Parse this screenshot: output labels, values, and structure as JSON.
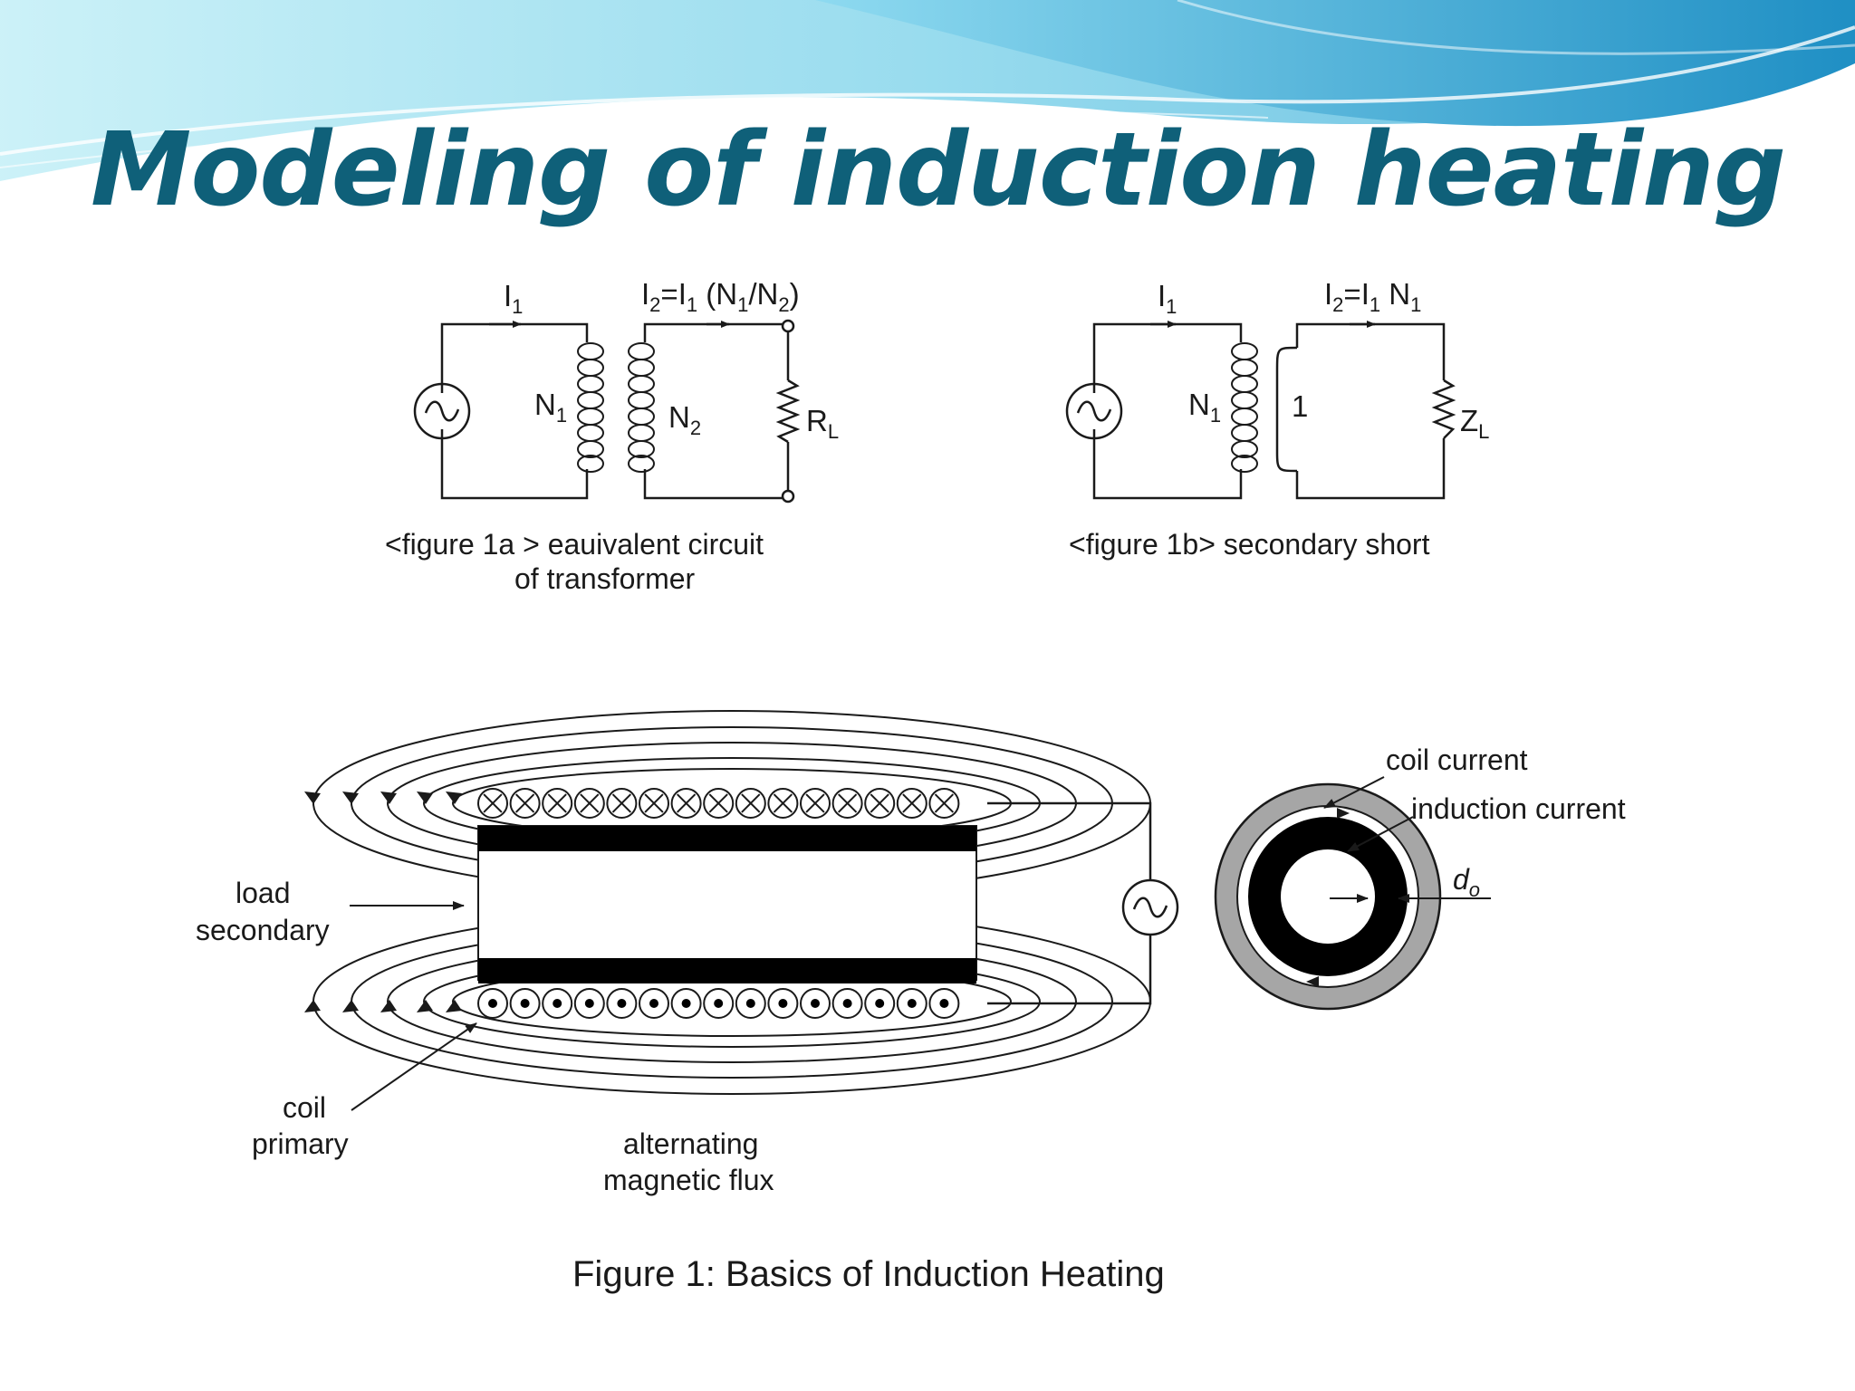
{
  "slide": {
    "title": "Modeling of induction heating"
  },
  "fig1a": {
    "i1": "I",
    "i1_sub": "1",
    "i2_a": "I",
    "i2_a_sub": "2",
    "i2_eq": "=I",
    "i2_eq_sub": "1",
    "i2_paren": " (N",
    "i2_paren_sub": "1",
    "i2_slash": "/N",
    "i2_slash_sub": "2",
    "i2_close": ")",
    "n1": "N",
    "n1_sub": "1",
    "n2": "N",
    "n2_sub": "2",
    "rl": "R",
    "rl_sub": "L",
    "caption_line1": "<figure  1a > eauivalent circuit",
    "caption_line2": "of transformer"
  },
  "fig1b": {
    "i1": "I",
    "i1_sub": "1",
    "i2_a": "I",
    "i2_a_sub": "2",
    "i2_eq": "=I",
    "i2_eq_sub": "1",
    "i2_n": " N",
    "i2_n_sub": "1",
    "n1": "N",
    "n1_sub": "1",
    "one": "1",
    "zl": "Z",
    "zl_sub": "L",
    "caption": "<figure  1b> secondary short"
  },
  "fig1": {
    "load_line1": "load",
    "load_line2": "secondary",
    "coil_line1": "coil",
    "coil_line2": "primary",
    "flux_line1": "alternating",
    "flux_line2": "magnetic flux",
    "coil_current": "coil current",
    "induction_current": "induction current",
    "do": "d",
    "do_sub": "o",
    "caption": "Figure 1: Basics of Induction Heating"
  }
}
